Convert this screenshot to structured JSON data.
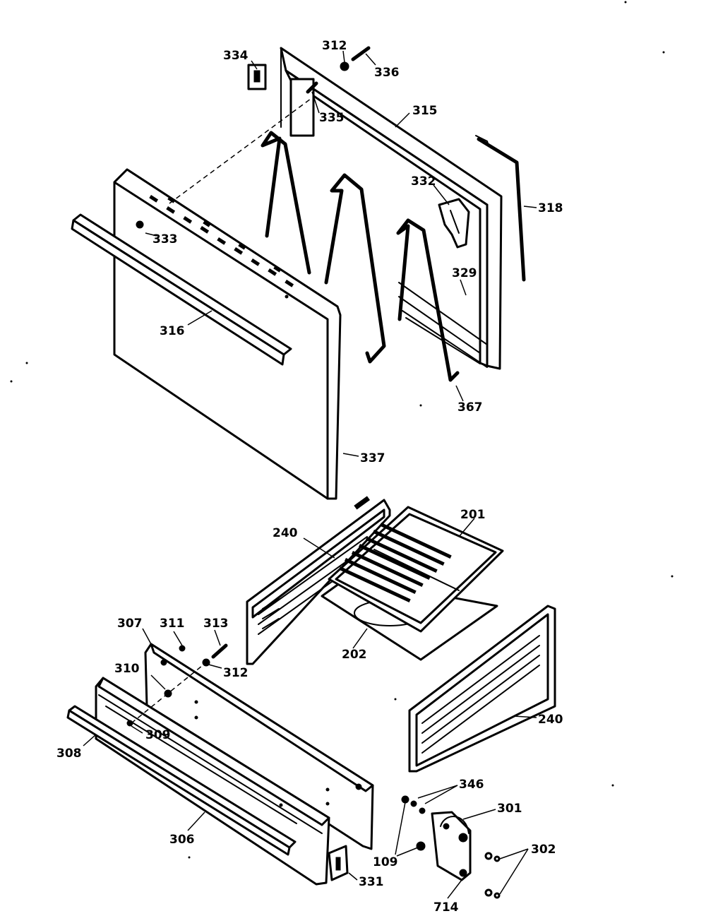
{
  "callouts": [
    {
      "id": "c334",
      "text": "334"
    },
    {
      "id": "c312a",
      "text": "312"
    },
    {
      "id": "c336",
      "text": "336"
    },
    {
      "id": "c335",
      "text": "335"
    },
    {
      "id": "c315",
      "text": "315"
    },
    {
      "id": "c332",
      "text": "332"
    },
    {
      "id": "c318",
      "text": "318"
    },
    {
      "id": "c333",
      "text": "333"
    },
    {
      "id": "c329",
      "text": "329"
    },
    {
      "id": "c316",
      "text": "316"
    },
    {
      "id": "c367",
      "text": "367"
    },
    {
      "id": "c337",
      "text": "337"
    },
    {
      "id": "c240a",
      "text": "240"
    },
    {
      "id": "c201",
      "text": "201"
    },
    {
      "id": "c307",
      "text": "307"
    },
    {
      "id": "c311",
      "text": "311"
    },
    {
      "id": "c313",
      "text": "313"
    },
    {
      "id": "c310",
      "text": "310"
    },
    {
      "id": "c312b",
      "text": "312"
    },
    {
      "id": "c202",
      "text": "202"
    },
    {
      "id": "c240b",
      "text": "240"
    },
    {
      "id": "c308",
      "text": "308"
    },
    {
      "id": "c309",
      "text": "309"
    },
    {
      "id": "c346",
      "text": "346"
    },
    {
      "id": "c301",
      "text": "301"
    },
    {
      "id": "c306",
      "text": "306"
    },
    {
      "id": "c302",
      "text": "302"
    },
    {
      "id": "c109",
      "text": "109"
    },
    {
      "id": "c331",
      "text": "331"
    },
    {
      "id": "c714",
      "text": "714"
    }
  ]
}
